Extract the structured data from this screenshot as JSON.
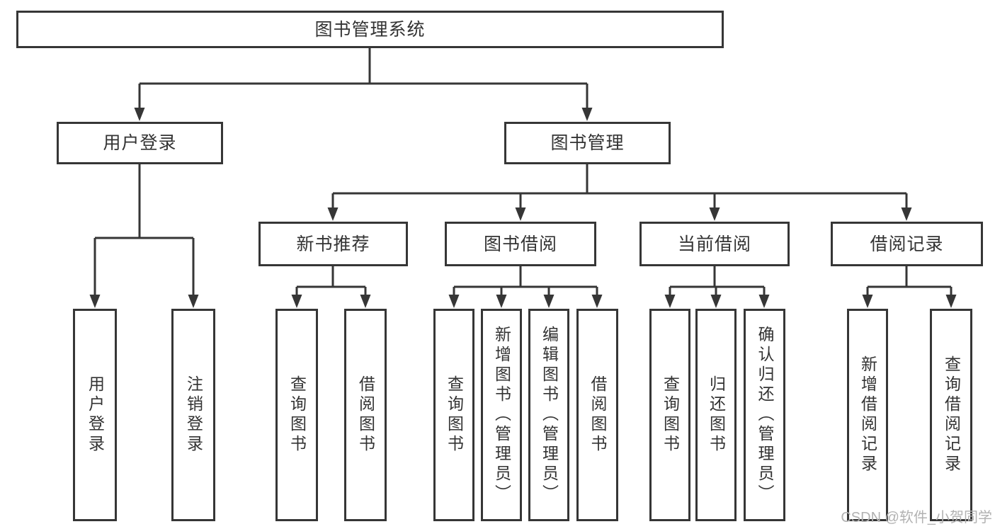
{
  "diagram": {
    "title": "图书管理系统",
    "root": {
      "label": "图书管理系统"
    },
    "branches": [
      {
        "label": "用户登录",
        "children": [
          {
            "label": "用户登录"
          },
          {
            "label": "注销登录"
          }
        ]
      },
      {
        "label": "图书管理",
        "children": [
          {
            "label": "新书推荐",
            "children": [
              {
                "label": "查询图书"
              },
              {
                "label": "借阅图书"
              }
            ]
          },
          {
            "label": "图书借阅",
            "children": [
              {
                "label": "查询图书"
              },
              {
                "label": "新增图书（管理员）"
              },
              {
                "label": "编辑图书（管理员）"
              },
              {
                "label": "借阅图书"
              }
            ]
          },
          {
            "label": "当前借阅",
            "children": [
              {
                "label": "查询图书"
              },
              {
                "label": "归还图书"
              },
              {
                "label": "确认归还（管理员）"
              }
            ]
          },
          {
            "label": "借阅记录",
            "children": [
              {
                "label": "新增借阅记录"
              },
              {
                "label": "查询借阅记录"
              }
            ]
          }
        ]
      }
    ]
  },
  "watermark": {
    "text": "CSDN @软件_小贺同学"
  },
  "colors": {
    "line": "#363636",
    "text": "#333333",
    "box_background": "#ffffff",
    "page_background": "#ffffff",
    "watermark": "#b2b2b2"
  }
}
